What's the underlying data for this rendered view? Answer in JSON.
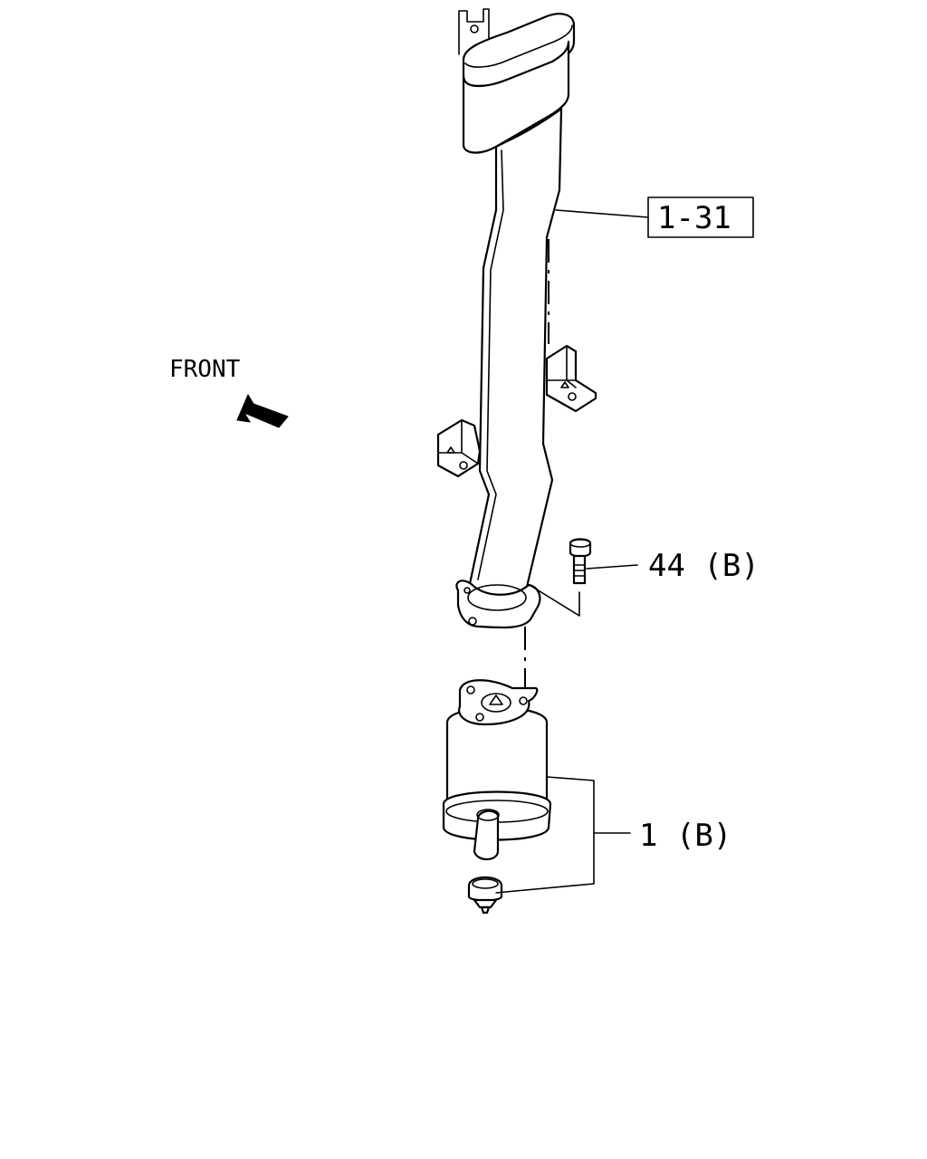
{
  "diagram": {
    "direction_indicator": {
      "label": "FRONT",
      "icon": "front-arrow-icon"
    },
    "callouts": [
      {
        "id": "pipe",
        "label": "1-31",
        "boxed": true
      },
      {
        "id": "bolt",
        "label": "44 (B)",
        "boxed": false
      },
      {
        "id": "converter",
        "label": "1 (B)",
        "boxed": false
      }
    ]
  }
}
